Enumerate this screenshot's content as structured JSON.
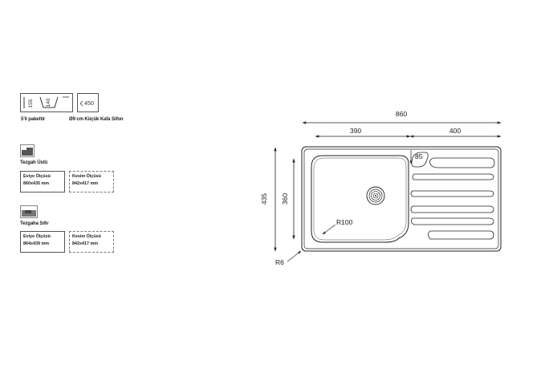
{
  "info": {
    "pack_label": "5'li pakettir",
    "siphon_label": "Ø9 cm Küçük Kafa Sifon",
    "depth_outer": "155",
    "depth_inner": "140",
    "siphon_size": "450"
  },
  "overmount": {
    "title": "Tezgah  Üstü",
    "sink_label": "Eviye Ölçüsü",
    "sink_size": "860x435 mm",
    "cut_label": "Kesim Ölçüsü",
    "cut_size": "842x417 mm"
  },
  "flush": {
    "title": "Tezgaha  Sıfır",
    "sink_label": "Eviye Ölçüsü",
    "sink_size": "864x439 mm",
    "cut_label": "Kesim Ölçüsü",
    "cut_size": "842x417 mm"
  },
  "drawing": {
    "width": "860",
    "bowl_width": "390",
    "drainer_width": "400",
    "height": "435",
    "bowl_height": "360",
    "offset": "85",
    "bowl_radius": "R100",
    "corner_radius": "R6"
  }
}
